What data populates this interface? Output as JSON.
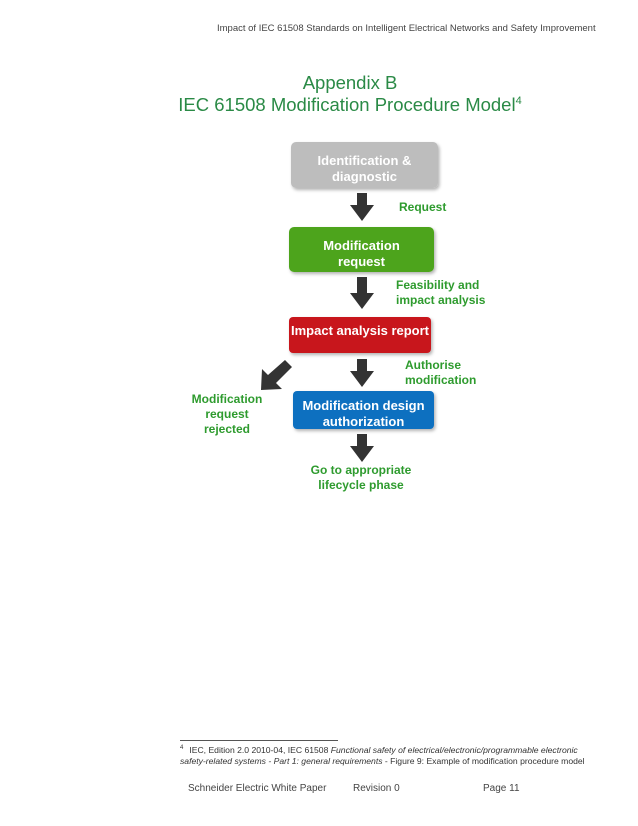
{
  "header": {
    "running_title": "Impact of IEC 61508 Standards on Intelligent Electrical Networks and Safety Improvement"
  },
  "title": {
    "line1": "Appendix B",
    "line2": "IEC 61508 Modification Procedure Model",
    "footnote_ref": "4"
  },
  "diagram": {
    "boxes": {
      "identification": [
        "Identification &",
        "diagnostic"
      ],
      "modification_request": [
        "Modification",
        "request"
      ],
      "impact_report": [
        "Impact analysis report"
      ],
      "design_authorization": [
        "Modification design",
        "authorization"
      ]
    },
    "labels": {
      "request": [
        "Request"
      ],
      "feasibility": [
        "Feasibility and",
        "impact analysis"
      ],
      "authorise": [
        "Authorise",
        "modification"
      ],
      "rejected": [
        "Modification",
        "request",
        "rejected"
      ],
      "lifecycle": [
        "Go to appropriate",
        "lifecycle phase"
      ]
    },
    "colors": {
      "identification": "#bdbdbd",
      "modification_request": "#4da41e",
      "impact_report": "#c8141e",
      "design_authorization": "#1070c0",
      "label_text": "#2e9b2e",
      "arrow": "#333333"
    }
  },
  "footnote": {
    "mark": "4",
    "text_plain_1": "IEC, Edition 2.0 2010-04, IEC 61508 ",
    "text_italic": "Functional safety of electrical/electronic/programmable electronic safety-related systems - Part 1: general requirements",
    "text_plain_2": " - Figure 9: Example of modification procedure model"
  },
  "footer": {
    "company": "Schneider Electric White Paper",
    "revision": "Revision 0",
    "page": "Page 11"
  }
}
